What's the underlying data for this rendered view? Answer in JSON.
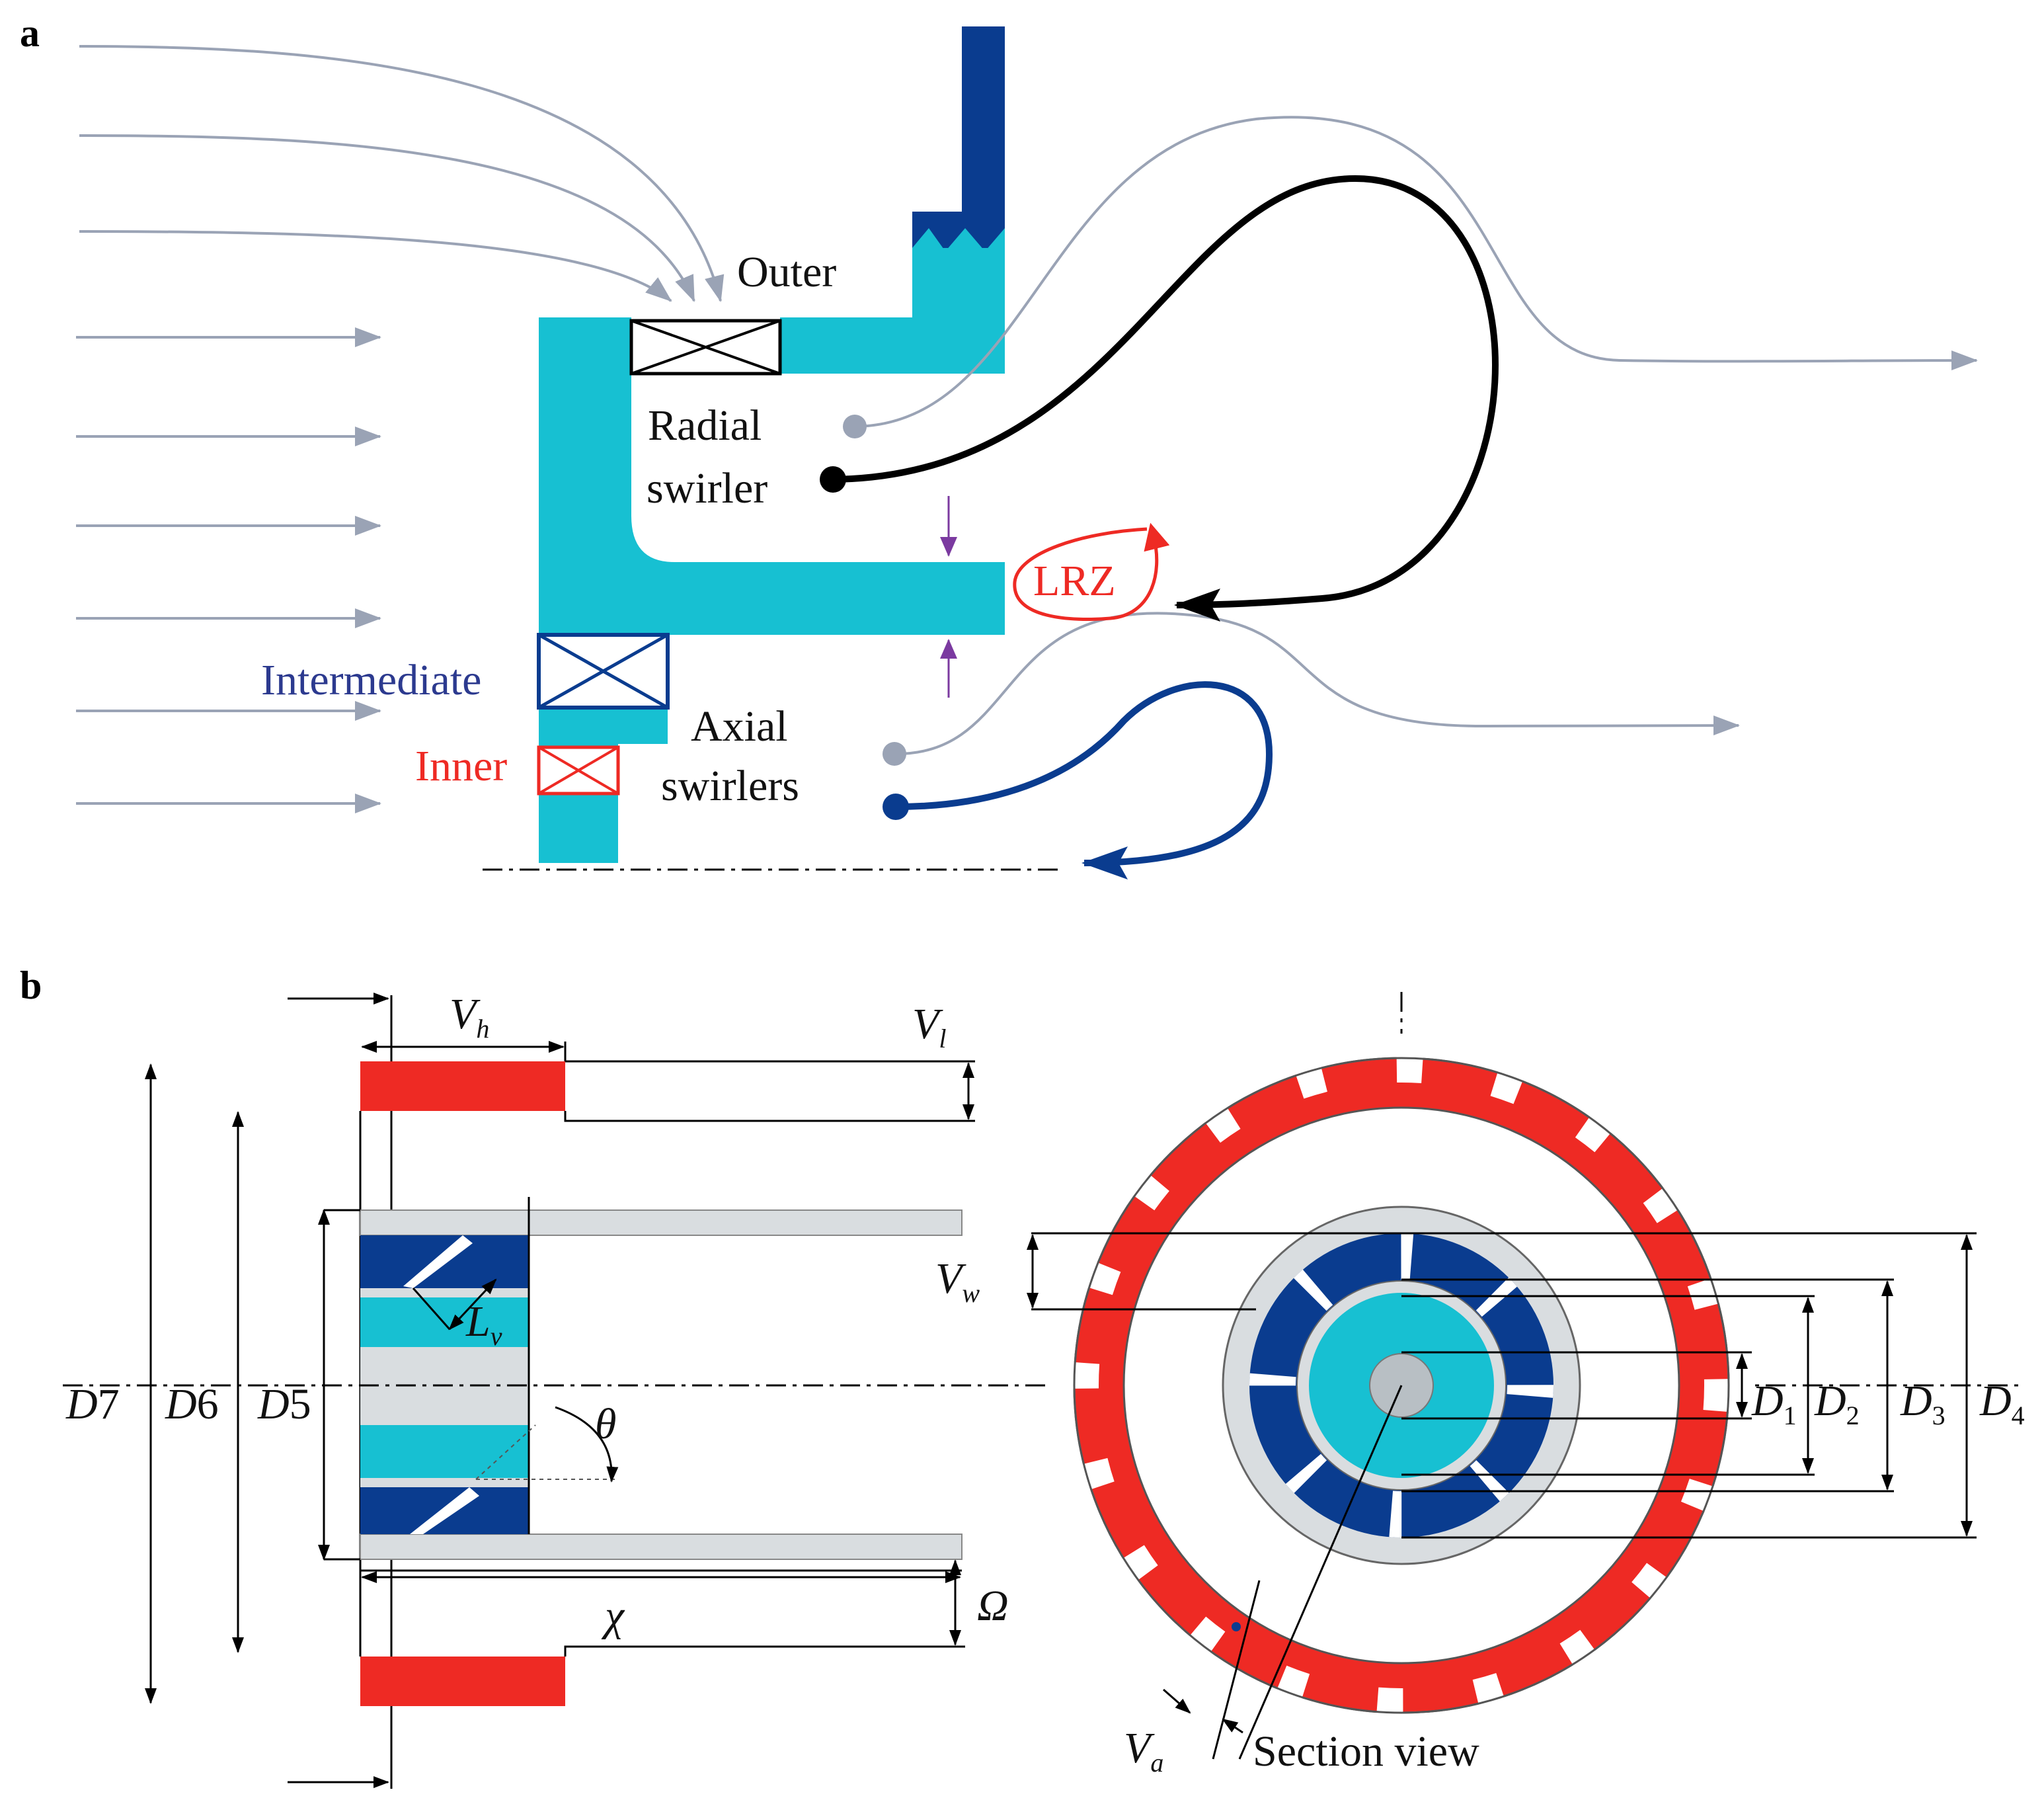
{
  "colors": {
    "cyan": "#17c0d2",
    "navy": "#0a3c8f",
    "red": "#ee2a24",
    "gray_part": "#d9dde0",
    "streamline": "#9aa3b5",
    "purple": "#7b3aa0"
  },
  "panel_a": {
    "letter": "a",
    "outer": "Outer",
    "radial_1": "Radial",
    "radial_2": "swirler",
    "lrz": "LRZ",
    "intermediate": "Intermediate",
    "inner": "Inner",
    "axial_1": "Axial",
    "axial_2": "swirlers"
  },
  "panel_b": {
    "letter": "b",
    "vh_base": "V",
    "vh_sub": "h",
    "vl_base": "V",
    "vl_sub": "l",
    "vw_base": "V",
    "vw_sub": "w",
    "lv_base": "L",
    "lv_sub": "v",
    "va_base": "V",
    "va_sub": "a",
    "d7_base": "D",
    "d7_sub": "7",
    "d6_base": "D",
    "d6_sub": "6",
    "d5_base": "D",
    "d5_sub": "5",
    "d1_base": "D",
    "d1_sub": "1",
    "d2_base": "D",
    "d2_sub": "2",
    "d3_base": "D",
    "d3_sub": "3",
    "d4_base": "D",
    "d4_sub": "4",
    "theta": "θ",
    "chi": "χ",
    "omega": "Ω",
    "section_view": "Section view"
  }
}
